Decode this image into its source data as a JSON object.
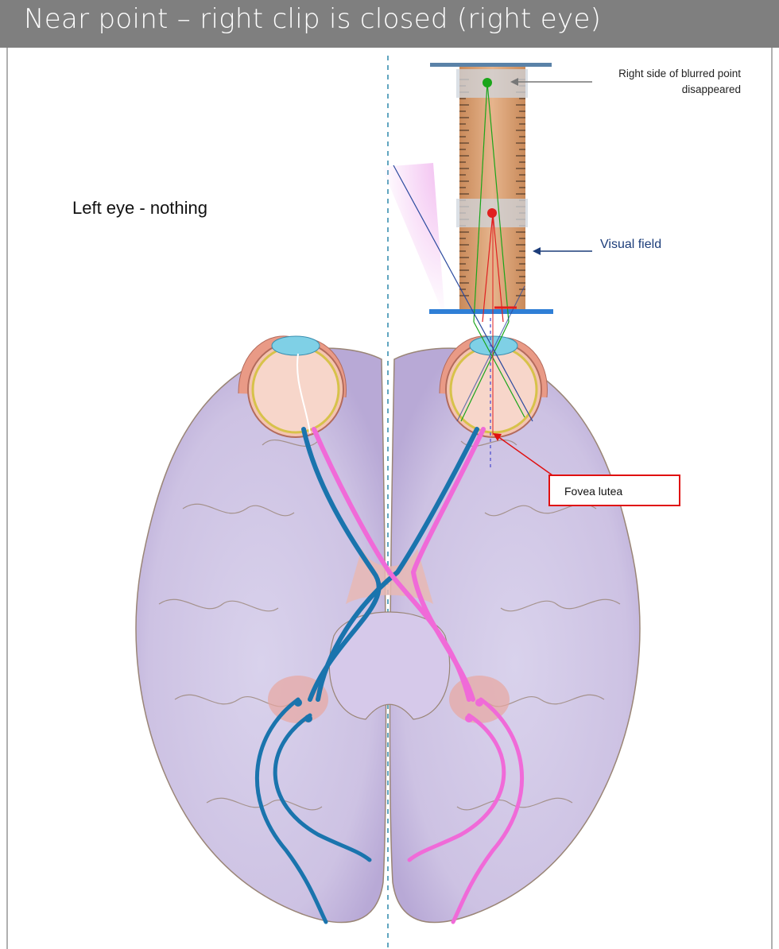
{
  "slide": {
    "title": "Near point – right clip is closed (right eye)"
  },
  "labels": {
    "right_side": "Right side of blurred point disappeared",
    "left_eye": "Left eye - nothing",
    "visual_field": "Visual field",
    "fovea": "Fovea lutea"
  },
  "colors": {
    "title_bar": "#7f7f7f",
    "brain": "#c9bde0",
    "left_pathway": "#1a74ad",
    "right_pathway": "#f06ad8",
    "ruler": "#d9a27a",
    "fovea_box": "#e01010",
    "near_point": "#e02020",
    "far_point": "#1aa51a"
  }
}
